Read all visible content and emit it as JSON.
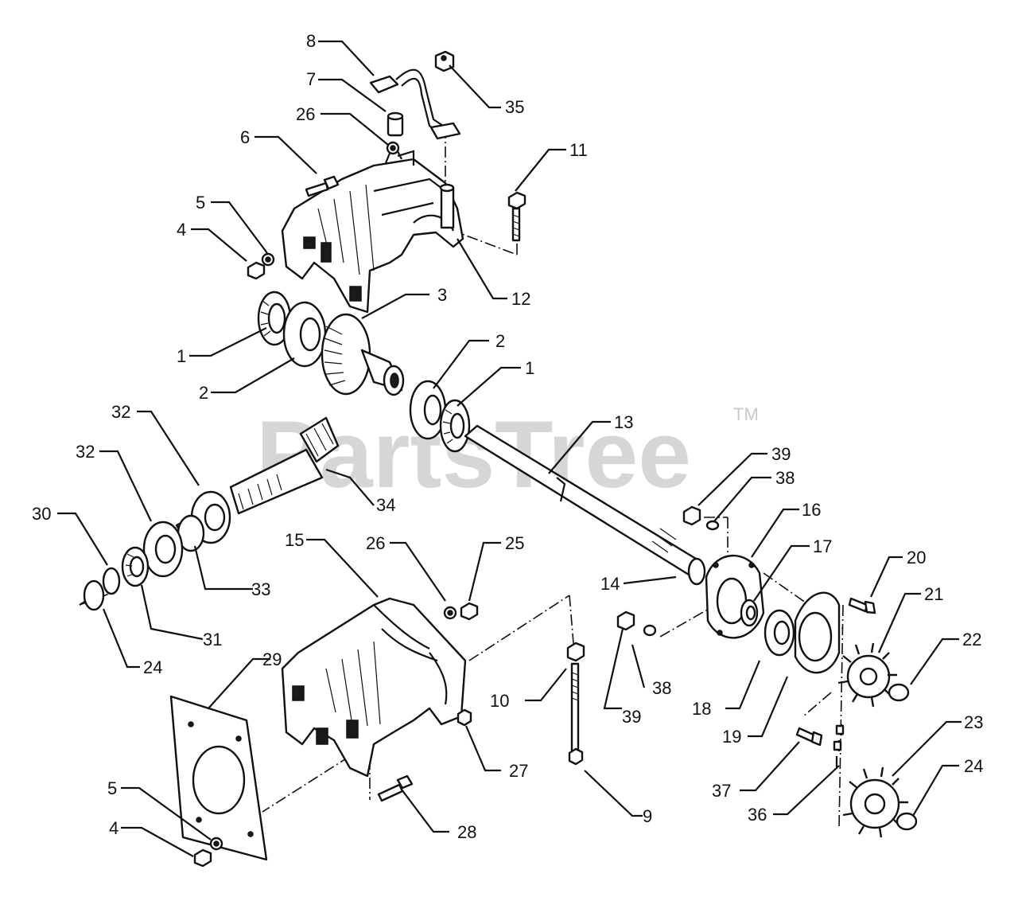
{
  "watermark": {
    "text": "PartsTree",
    "tm": "TM"
  },
  "callouts": [
    {
      "id": "c8",
      "label": "8"
    },
    {
      "id": "c7",
      "label": "7"
    },
    {
      "id": "c26a",
      "label": "26"
    },
    {
      "id": "c35",
      "label": "35"
    },
    {
      "id": "c6",
      "label": "6"
    },
    {
      "id": "c11",
      "label": "11"
    },
    {
      "id": "c5a",
      "label": "5"
    },
    {
      "id": "c4a",
      "label": "4"
    },
    {
      "id": "c12",
      "label": "12"
    },
    {
      "id": "c3",
      "label": "3"
    },
    {
      "id": "c1a",
      "label": "1"
    },
    {
      "id": "c2a",
      "label": "2"
    },
    {
      "id": "c2b",
      "label": "2"
    },
    {
      "id": "c1b",
      "label": "1"
    },
    {
      "id": "c13",
      "label": "13"
    },
    {
      "id": "c32a",
      "label": "32"
    },
    {
      "id": "c32b",
      "label": "32"
    },
    {
      "id": "c34",
      "label": "34"
    },
    {
      "id": "c39a",
      "label": "39"
    },
    {
      "id": "c38a",
      "label": "38"
    },
    {
      "id": "c30",
      "label": "30"
    },
    {
      "id": "c15",
      "label": "15"
    },
    {
      "id": "c26b",
      "label": "26"
    },
    {
      "id": "c25",
      "label": "25"
    },
    {
      "id": "c16",
      "label": "16"
    },
    {
      "id": "c17",
      "label": "17"
    },
    {
      "id": "c33",
      "label": "33"
    },
    {
      "id": "c14",
      "label": "14"
    },
    {
      "id": "c20",
      "label": "20"
    },
    {
      "id": "c21",
      "label": "21"
    },
    {
      "id": "c31",
      "label": "31"
    },
    {
      "id": "c22",
      "label": "22"
    },
    {
      "id": "c24a",
      "label": "24"
    },
    {
      "id": "c29",
      "label": "29"
    },
    {
      "id": "c10",
      "label": "10"
    },
    {
      "id": "c38b",
      "label": "38"
    },
    {
      "id": "c39b",
      "label": "39"
    },
    {
      "id": "c18",
      "label": "18"
    },
    {
      "id": "c19",
      "label": "19"
    },
    {
      "id": "c23",
      "label": "23"
    },
    {
      "id": "c27",
      "label": "27"
    },
    {
      "id": "c24b",
      "label": "24"
    },
    {
      "id": "c37",
      "label": "37"
    },
    {
      "id": "c9",
      "label": "9"
    },
    {
      "id": "c5b",
      "label": "5"
    },
    {
      "id": "c28",
      "label": "28"
    },
    {
      "id": "c36",
      "label": "36"
    },
    {
      "id": "c4b",
      "label": "4"
    }
  ]
}
